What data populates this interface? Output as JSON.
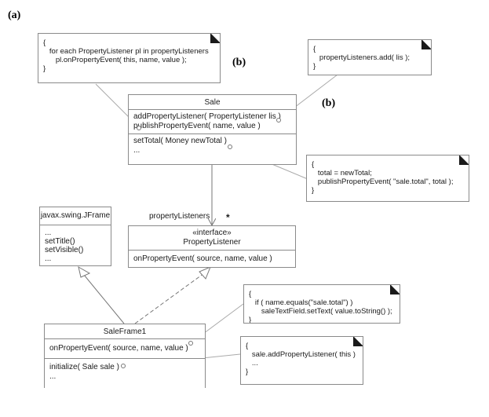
{
  "labels": {
    "panel_a": "(a)",
    "b_top": "(b)",
    "b_mid": "(b)"
  },
  "notes": {
    "n1": [
      "{",
      "   for each PropertyListener pl in propertyListeners",
      "      pl.onPropertyEvent( this, name, value );",
      "}"
    ],
    "n2": [
      "{",
      "   propertyListeners.add( lis );",
      "}"
    ],
    "n3": [
      "{",
      "   total = newTotal;",
      "   publishPropertyEvent( \"sale.total\", total );",
      "}"
    ],
    "n4": [
      "{",
      "   if ( name.equals(\"sale.total\") )",
      "      saleTextField.setText( value.toString() );",
      "}"
    ],
    "n5": [
      "{",
      "   sale.addPropertyListener( this )",
      "   ...",
      "}"
    ]
  },
  "classes": {
    "sale": {
      "name": "Sale",
      "ops1": [
        "addPropertyListener( PropertyListener lis )",
        "publishPropertyEvent( name, value )"
      ],
      "ops2": [
        "setTotal( Money newTotal )",
        "..."
      ]
    },
    "jframe": {
      "name": "javax.swing.JFrame",
      "ops": [
        "...",
        "setTitle()",
        "setVisible()",
        "..."
      ]
    },
    "listener": {
      "stereotype": "«interface»",
      "name": "PropertyListener",
      "ops": [
        "onPropertyEvent( source, name, value )"
      ]
    },
    "saleframe": {
      "name": "SaleFrame1",
      "ops1": [
        "onPropertyEvent( source, name, value )"
      ],
      "ops2": [
        "initialize( Sale sale )",
        "..."
      ]
    }
  },
  "association": {
    "role": "propertyListeners",
    "multiplicity": "*"
  }
}
